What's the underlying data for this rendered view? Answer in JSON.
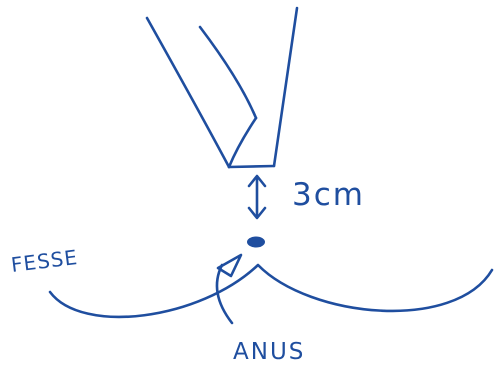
{
  "diagram": {
    "ink_color": "#1f4e9f",
    "labels": {
      "distance": "3cm",
      "left_region": "FESSE",
      "anus": "ANUS"
    }
  }
}
